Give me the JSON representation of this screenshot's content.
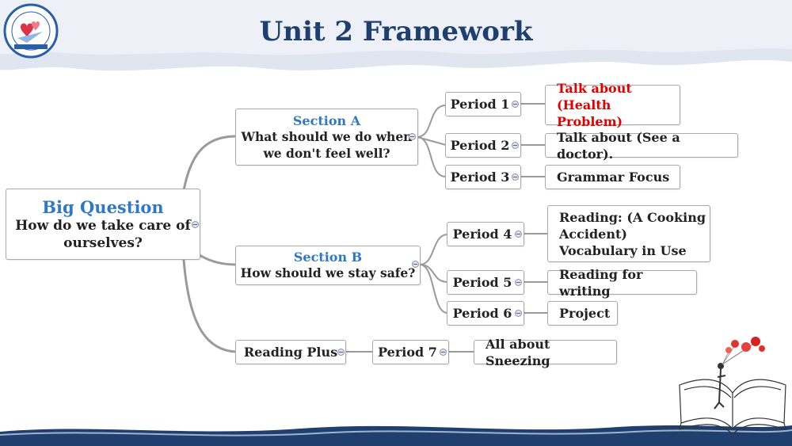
{
  "title": "Unit 2 Framework",
  "root": {
    "heading": "Big Question",
    "text_line1": "How do we take care of",
    "text_line2": "ourselves?"
  },
  "sections": [
    {
      "heading": "Section A",
      "text_line1": "What should we do when",
      "text_line2": "we don't feel well?"
    },
    {
      "heading": "Section B",
      "text_line1": "How should we stay safe?"
    },
    {
      "label": "Reading Plus"
    }
  ],
  "periods": [
    "Period 1",
    "Period 2",
    "Period 3",
    "Period 4",
    "Period 5",
    "Period 6",
    "Period 7"
  ],
  "leaves": {
    "p1_line1": "Talk about",
    "p1_line2": "(Health Problem)",
    "p2": "Talk about (See a doctor).",
    "p3": "Grammar Focus",
    "p4_line1": "Reading: (A Cooking",
    "p4_line2": "Accident)",
    "p4_line3": "Vocabulary in Use",
    "p5": "Reading for writing",
    "p6": "Project",
    "p7": "All about Sneezing"
  },
  "colors": {
    "title": "#1f3f6e",
    "heading": "#2f78c4",
    "highlight": "#e00000",
    "banner": "#1f3f6e",
    "connector": "#9a9a9a"
  },
  "icons": [
    "school-logo-icon",
    "open-book-illustration",
    "collapse-icon"
  ]
}
